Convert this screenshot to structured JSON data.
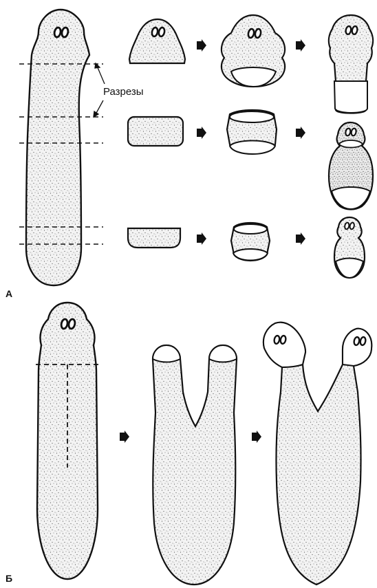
{
  "panel_a": {
    "letter": "А",
    "cuts_label": "Разрезы"
  },
  "panel_b": {
    "letter": "Б"
  },
  "colors": {
    "ink": "#111111",
    "stipple": "#555555",
    "fill": "#f2f2f2",
    "background": "#ffffff"
  }
}
